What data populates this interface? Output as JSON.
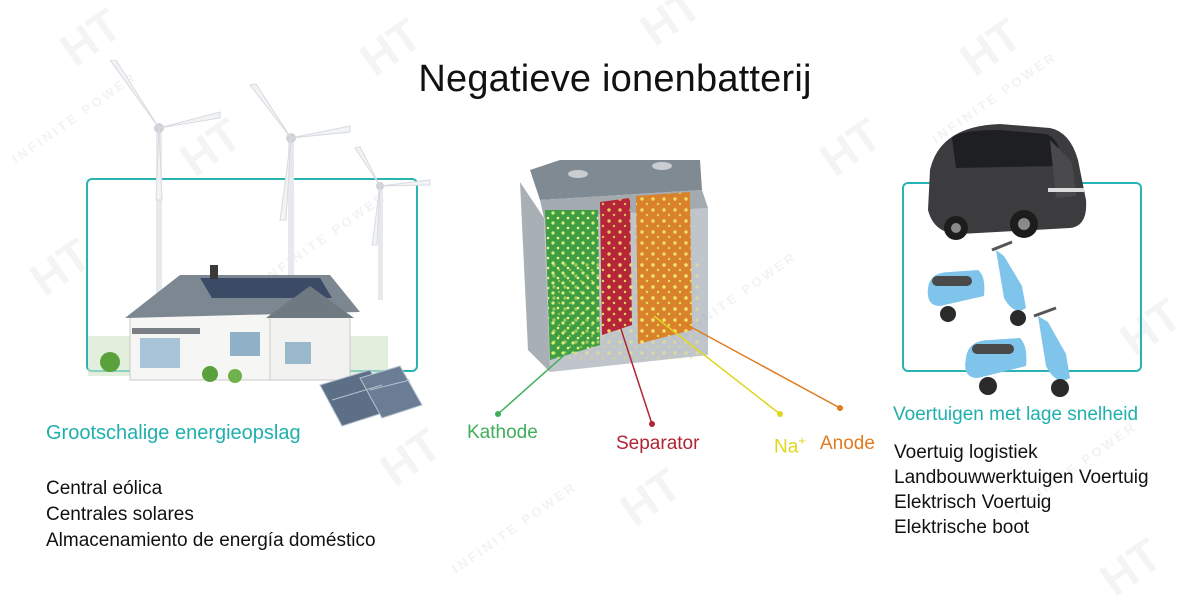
{
  "title": "Negatieve ionenbatterij",
  "watermark": {
    "logo": "HT",
    "tagline": "INFINITE POWER"
  },
  "left_panel": {
    "caption": "Grootschalige energieopslag",
    "items": [
      "Central eólica",
      "Centrales solares",
      "Almacenamiento de energía doméstico"
    ]
  },
  "battery": {
    "labels": {
      "kathode": "Kathode",
      "separator": "Separator",
      "na": "Na",
      "na_sup": "+",
      "anode": "Anode"
    },
    "colors": {
      "kathode": "#3fae5a",
      "separator": "#b02535",
      "na": "#e0d620",
      "anode": "#e07b20",
      "frame": "#29b3b3"
    }
  },
  "right_panel": {
    "caption": "Voertuigen met lage snelheid",
    "items": [
      "Voertuig logistiek",
      "Landbouwwerktuigen Voertuig",
      "Elektrisch Voertuig",
      "Elektrische boot"
    ]
  }
}
